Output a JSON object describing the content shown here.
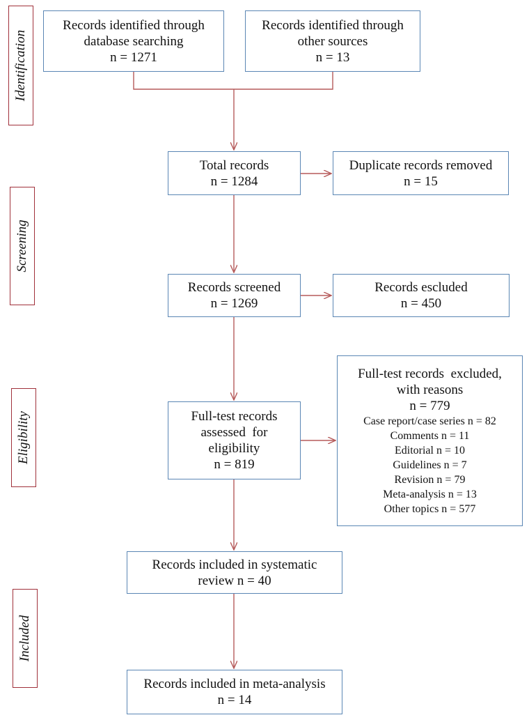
{
  "phases": {
    "identification": "Identification",
    "screening": "Screening",
    "eligibility": "Eligibility",
    "included": "Included"
  },
  "boxes": {
    "database": {
      "line1": "Records identified through",
      "line2": "database searching",
      "line3": "n = 1271"
    },
    "other": {
      "line1": "Records identified through",
      "line2": "other sources",
      "line3": "n = 13"
    },
    "total": {
      "line1": "Total records",
      "line2": "n = 1284"
    },
    "duplicates": {
      "line1": "Duplicate records removed",
      "line2": "n = 15"
    },
    "screened": {
      "line1": "Records screened",
      "line2": "n = 1269"
    },
    "excluded": {
      "line1": "Records escluded",
      "line2": "n = 450"
    },
    "fulltext": {
      "line1": "Full-test records",
      "line2": "assessed  for",
      "line3": "eligibility",
      "line4": "n = 819"
    },
    "fulltext_excluded": {
      "line1": "Full-test records  excluded,",
      "line2": "with reasons",
      "line3": "n = 779",
      "reasons": [
        "Case report/case series n = 82",
        "Comments n = 11",
        "Editorial n = 10",
        "Guidelines n = 7",
        "Revision n = 79",
        "Meta-analysis n = 13",
        "Other topics n = 577"
      ]
    },
    "systematic": {
      "line1": "Records included in systematic",
      "line2": "review n = 40"
    },
    "meta": {
      "line1": "Records included in meta-analysis",
      "line2": "n = 14"
    }
  },
  "colors": {
    "box_border": "#5a86b4",
    "phase_border": "#a0303a",
    "arrow": "#b55a5a"
  }
}
